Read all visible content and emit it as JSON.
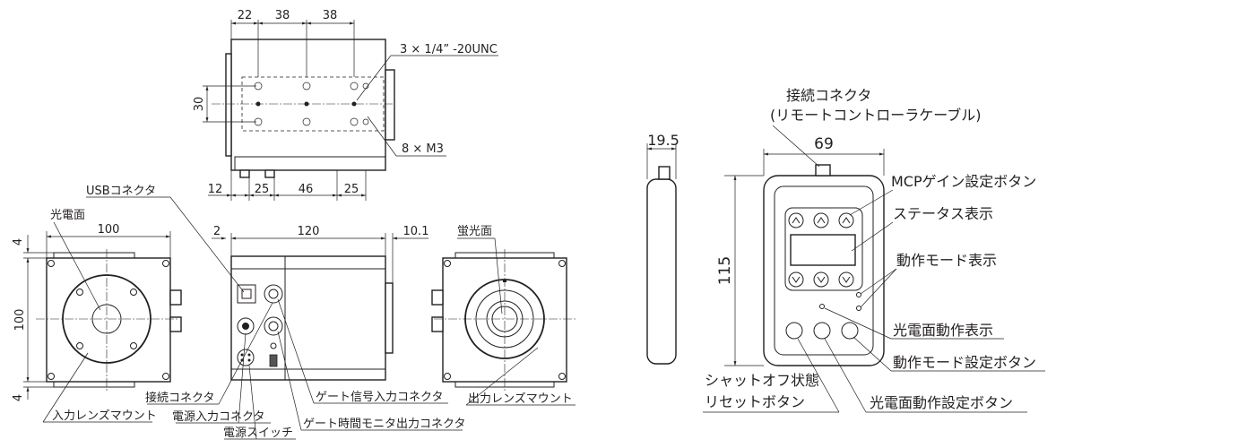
{
  "camera_top": {
    "dims": {
      "d22": "22",
      "d38a": "38",
      "d38b": "38",
      "d30": "30",
      "d12": "12",
      "d25a": "25",
      "d46": "46",
      "d25b": "25"
    },
    "labels": {
      "unc": "3 × 1/4” -20UNC",
      "m3": "8 × M3"
    }
  },
  "camera_front": {
    "dims": {
      "w100": "100",
      "h100": "100",
      "t4a": "4",
      "t4b": "4"
    },
    "labels": {
      "photocathode": "光電面",
      "input_mount": "入力レンズマウント"
    }
  },
  "camera_side": {
    "dims": {
      "d2": "2",
      "d120": "120",
      "d10_1": "10.1"
    },
    "labels": {
      "usb": "USBコネクタ",
      "conn": "接続コネクタ",
      "power_in": "電源入力コネクタ",
      "power_sw": "電源スイッチ",
      "gate_in": "ゲート信号入力コネクタ",
      "gate_mon": "ゲート時間モニタ出力コネクタ"
    }
  },
  "camera_back": {
    "labels": {
      "phosphor": "蛍光面",
      "output_mount": "出力レンズマウント"
    }
  },
  "remote_side": {
    "dims": {
      "d19_5": "19.5"
    }
  },
  "remote_front": {
    "dims": {
      "d69": "69",
      "d115": "115"
    },
    "labels": {
      "conn1": "接続コネクタ",
      "conn2": "(リモートコントローラケーブル)",
      "mcp": "MCPゲイン設定ボタン",
      "status": "ステータス表示",
      "mode_disp": "動作モード表示",
      "cath_disp": "光電面動作表示",
      "mode_btn": "動作モード設定ボタン",
      "shut1": "シャットオフ状態",
      "shut2": "リセットボタン",
      "cath_btn": "光電面動作設定ボタン"
    }
  }
}
